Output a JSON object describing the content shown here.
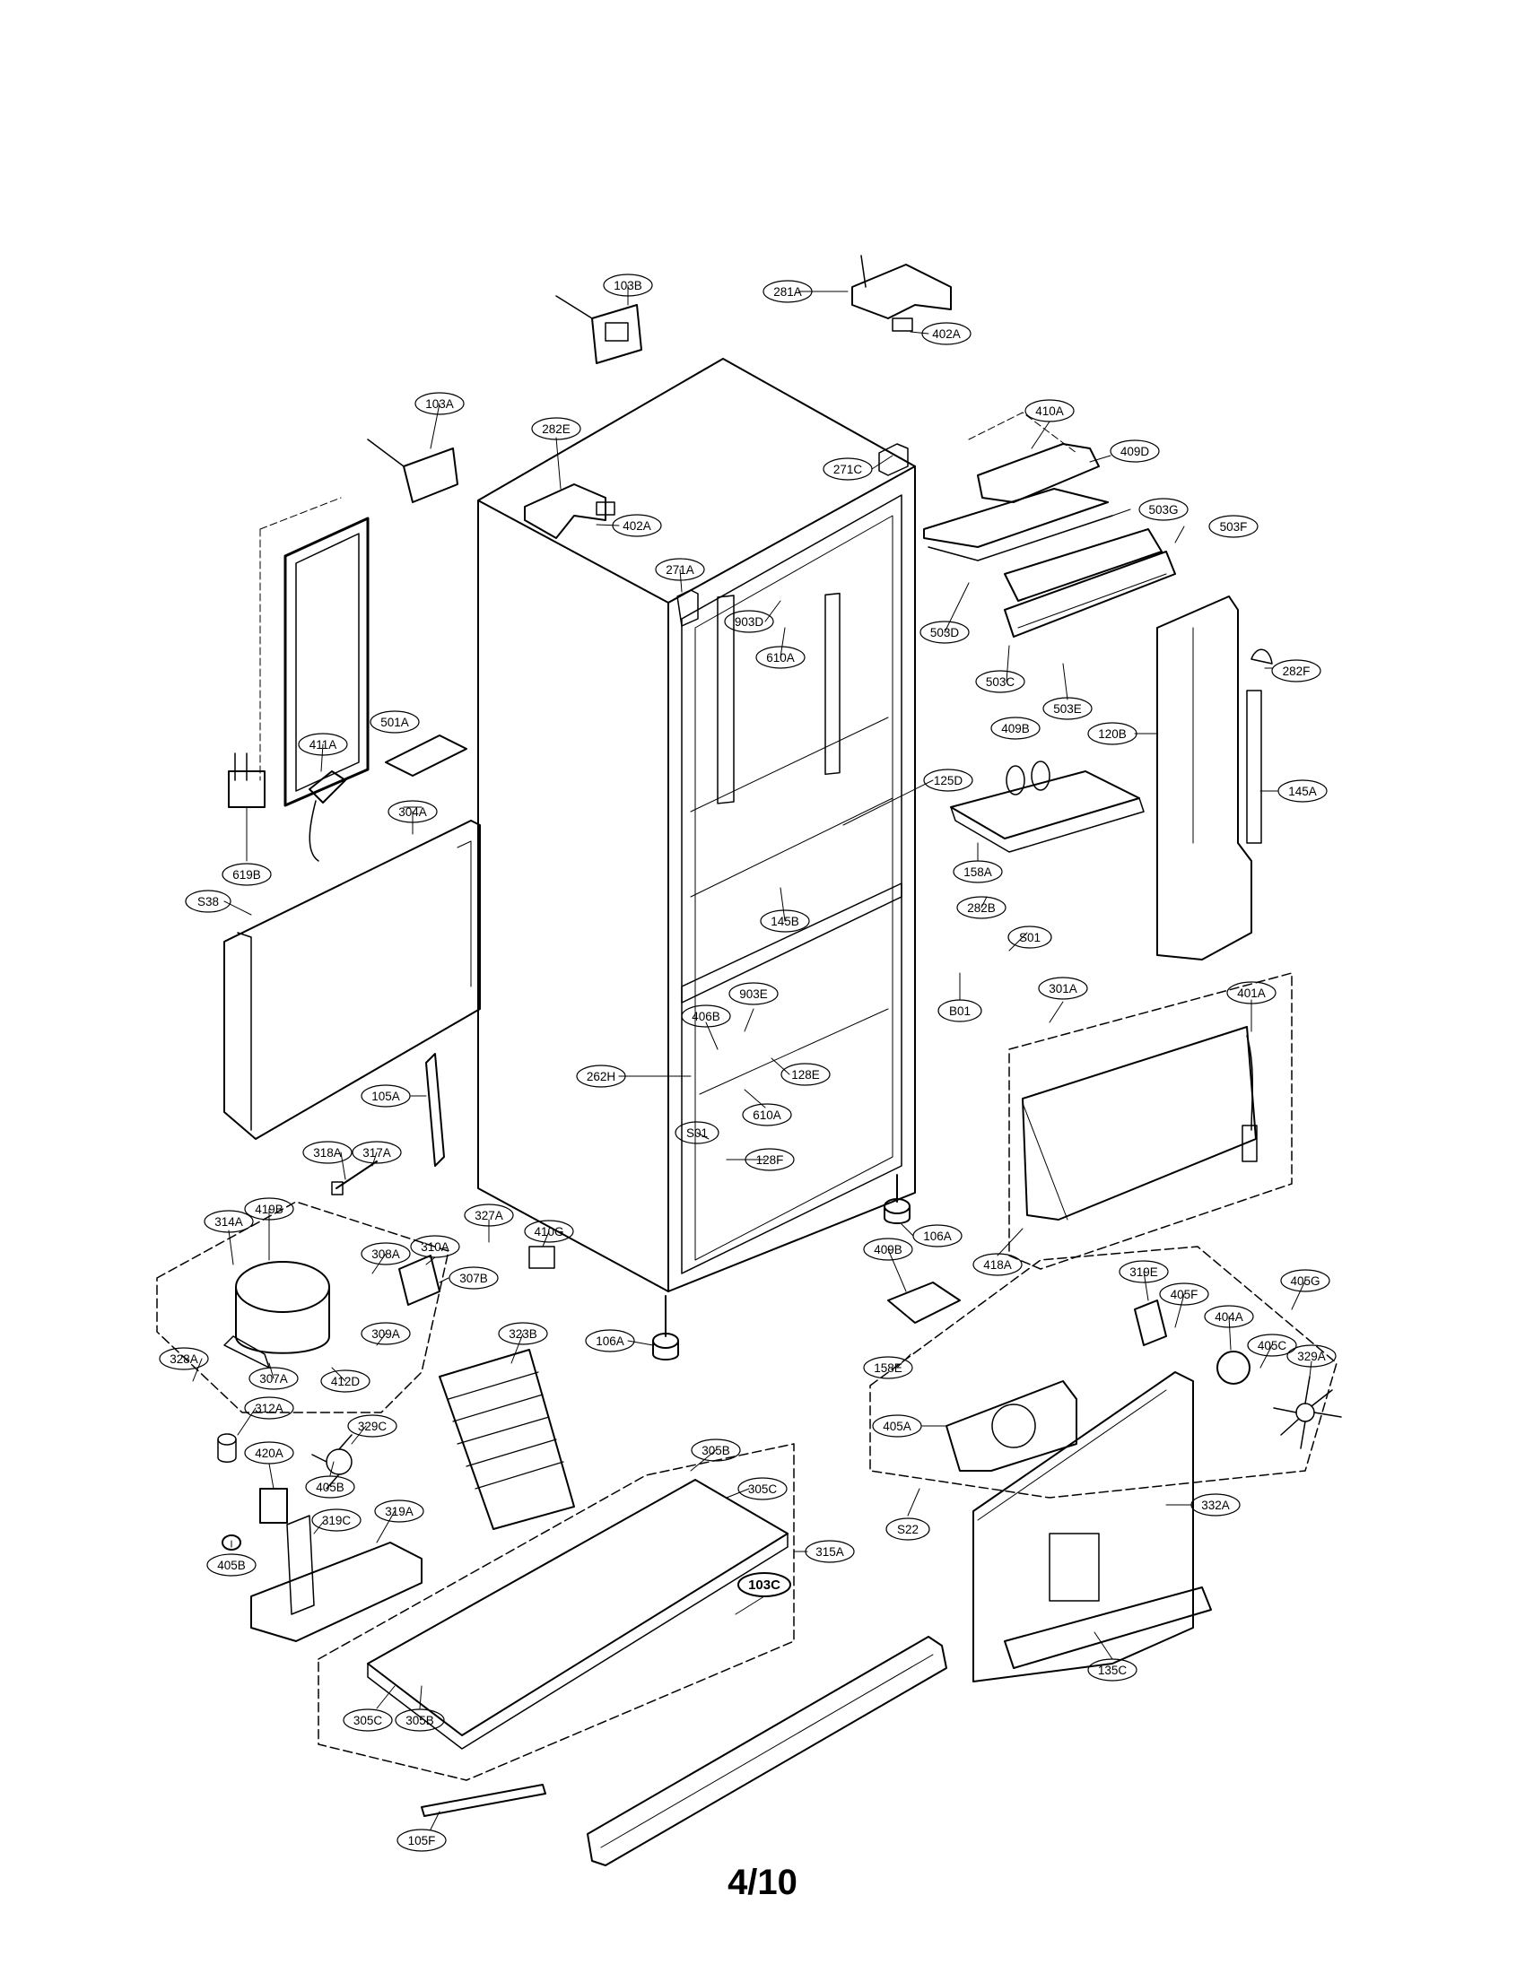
{
  "page_number": "4/10",
  "callouts": [
    {
      "id": "c_103B",
      "text": "103B"
    },
    {
      "id": "c_281A",
      "text": "281A"
    },
    {
      "id": "c_402A_top",
      "text": "402A"
    },
    {
      "id": "c_103A",
      "text": "103A"
    },
    {
      "id": "c_282E",
      "text": "282E"
    },
    {
      "id": "c_402A_mid",
      "text": "402A"
    },
    {
      "id": "c_271C",
      "text": "271C"
    },
    {
      "id": "c_410A",
      "text": "410A"
    },
    {
      "id": "c_409D",
      "text": "409D"
    },
    {
      "id": "c_503G",
      "text": "503G"
    },
    {
      "id": "c_503F",
      "text": "503F"
    },
    {
      "id": "c_271A",
      "text": "271A"
    },
    {
      "id": "c_903D",
      "text": "903D"
    },
    {
      "id": "c_610A_top",
      "text": "610A"
    },
    {
      "id": "c_503D",
      "text": "503D"
    },
    {
      "id": "c_503C",
      "text": "503C"
    },
    {
      "id": "c_503E",
      "text": "503E"
    },
    {
      "id": "c_282F",
      "text": "282F"
    },
    {
      "id": "c_501A",
      "text": "501A"
    },
    {
      "id": "c_411A",
      "text": "411A"
    },
    {
      "id": "c_409B_top",
      "text": "409B"
    },
    {
      "id": "c_120B",
      "text": "120B"
    },
    {
      "id": "c_125D",
      "text": "125D"
    },
    {
      "id": "c_145A",
      "text": "145A"
    },
    {
      "id": "c_304A",
      "text": "304A"
    },
    {
      "id": "c_619B",
      "text": "619B"
    },
    {
      "id": "c_158A",
      "text": "158A"
    },
    {
      "id": "c_S38",
      "text": "S38"
    },
    {
      "id": "c_145B",
      "text": "145B"
    },
    {
      "id": "c_282B",
      "text": "282B"
    },
    {
      "id": "c_S01_right",
      "text": "S01"
    },
    {
      "id": "c_B01",
      "text": "B01"
    },
    {
      "id": "c_301A",
      "text": "301A"
    },
    {
      "id": "c_401A",
      "text": "401A"
    },
    {
      "id": "c_903E",
      "text": "903E"
    },
    {
      "id": "c_406B",
      "text": "406B"
    },
    {
      "id": "c_262H",
      "text": "262H"
    },
    {
      "id": "c_128E",
      "text": "128E"
    },
    {
      "id": "c_105A",
      "text": "105A"
    },
    {
      "id": "c_610A_mid",
      "text": "610A"
    },
    {
      "id": "c_S01_left",
      "text": "S01"
    },
    {
      "id": "c_128F",
      "text": "128F"
    },
    {
      "id": "c_318A",
      "text": "318A"
    },
    {
      "id": "c_317A",
      "text": "317A"
    },
    {
      "id": "c_327A",
      "text": "327A"
    },
    {
      "id": "c_410G",
      "text": "410G"
    },
    {
      "id": "c_106A_right",
      "text": "106A"
    },
    {
      "id": "c_314A",
      "text": "314A"
    },
    {
      "id": "c_419B",
      "text": "419B"
    },
    {
      "id": "c_310A",
      "text": "310A"
    },
    {
      "id": "c_308A",
      "text": "308A"
    },
    {
      "id": "c_307B",
      "text": "307B"
    },
    {
      "id": "c_409B_mid",
      "text": "409B"
    },
    {
      "id": "c_418A",
      "text": "418A"
    },
    {
      "id": "c_319E",
      "text": "319E"
    },
    {
      "id": "c_405F",
      "text": "405F"
    },
    {
      "id": "c_405G",
      "text": "405G"
    },
    {
      "id": "c_404A",
      "text": "404A"
    },
    {
      "id": "c_309A",
      "text": "309A"
    },
    {
      "id": "c_323B",
      "text": "323B"
    },
    {
      "id": "c_106A_left",
      "text": "106A"
    },
    {
      "id": "c_405C_right",
      "text": "405C"
    },
    {
      "id": "c_329A",
      "text": "329A"
    },
    {
      "id": "c_328A",
      "text": "328A"
    },
    {
      "id": "c_307A",
      "text": "307A"
    },
    {
      "id": "c_412D",
      "text": "412D"
    },
    {
      "id": "c_158E",
      "text": "158E"
    },
    {
      "id": "c_405A",
      "text": "405A"
    },
    {
      "id": "c_312A",
      "text": "312A"
    },
    {
      "id": "c_329C",
      "text": "329C"
    },
    {
      "id": "c_420A",
      "text": "420A"
    },
    {
      "id": "c_305B_top",
      "text": "305B"
    },
    {
      "id": "c_405B_mid",
      "text": "405B"
    },
    {
      "id": "c_305C_top",
      "text": "305C"
    },
    {
      "id": "c_319A",
      "text": "319A"
    },
    {
      "id": "c_319C",
      "text": "319C"
    },
    {
      "id": "c_S22",
      "text": "S22"
    },
    {
      "id": "c_332A",
      "text": "332A"
    },
    {
      "id": "c_405B_left",
      "text": "405B"
    },
    {
      "id": "c_315A",
      "text": "315A"
    },
    {
      "id": "c_103C",
      "text": "103C"
    },
    {
      "id": "c_135C",
      "text": "135C"
    },
    {
      "id": "c_305C_bottom",
      "text": "305C"
    },
    {
      "id": "c_305B_bottom",
      "text": "305B"
    },
    {
      "id": "c_105F",
      "text": "105F"
    }
  ]
}
